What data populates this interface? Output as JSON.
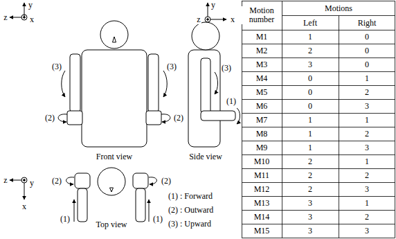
{
  "diagram": {
    "labels": [
      "y",
      "z",
      "x",
      "y",
      "z",
      "x",
      "z",
      "y",
      "x",
      "(3)",
      "(3)",
      "(2)",
      "(2)",
      "Front view",
      "(3)",
      "(1)",
      "Side view",
      "(2)",
      "(2)",
      "(1)",
      "(1)",
      "Top view",
      "(1) : Forward",
      "(2) : Outward",
      "(3) : Upward",
      "Motion number",
      "Motions",
      "Left",
      "Right",
      "M1",
      "1",
      "0",
      "M2",
      "2",
      "0",
      "M3",
      "3",
      "0",
      "M4",
      "0",
      "1",
      "M5",
      "0",
      "2",
      "M6",
      "0",
      "3",
      "M7",
      "1",
      "1",
      "M8",
      "1",
      "2",
      "M9",
      "1",
      "3",
      "M10",
      "2",
      "1",
      "M11",
      "2",
      "2",
      "M12",
      "2",
      "3",
      "M13",
      "3",
      "1",
      "M14",
      "3",
      "2",
      "M15",
      "3",
      "3"
    ]
  }
}
